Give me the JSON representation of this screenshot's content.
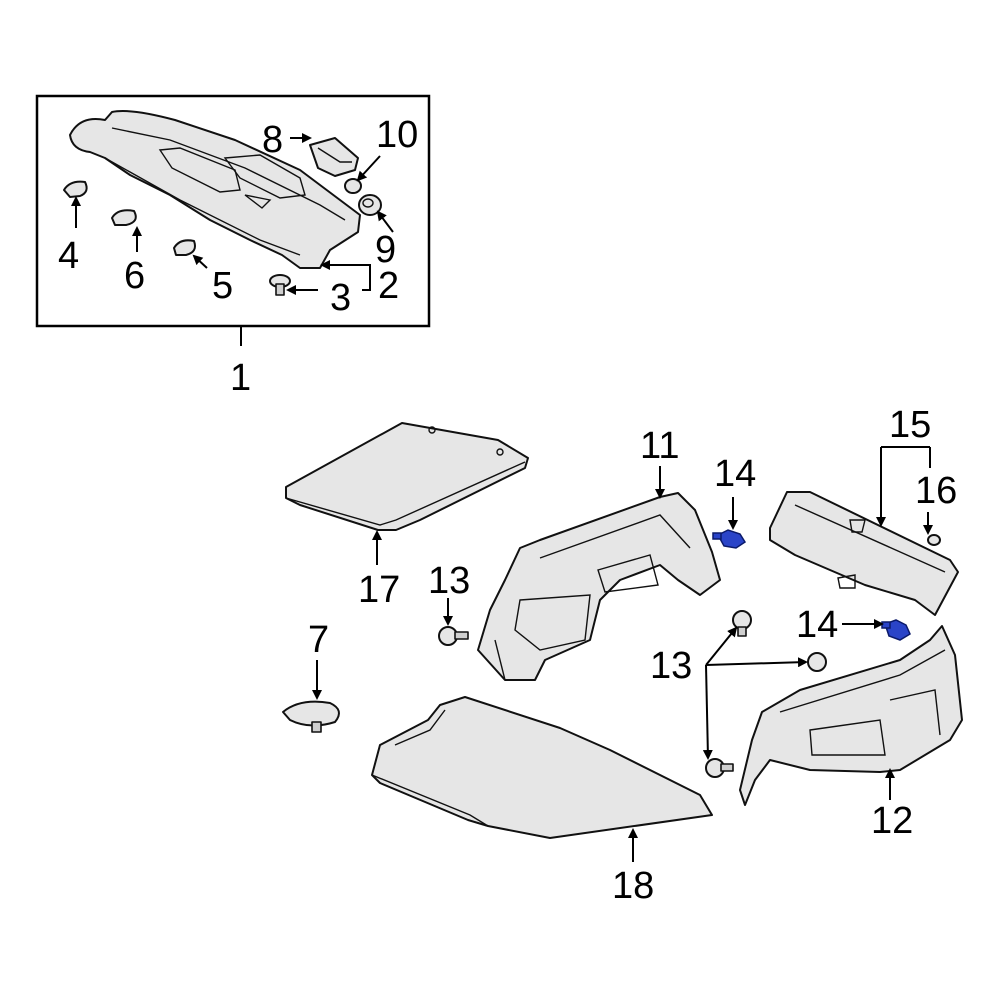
{
  "callouts": {
    "c1": "1",
    "c2": "2",
    "c3": "3",
    "c4": "4",
    "c5": "5",
    "c6": "6",
    "c7": "7",
    "c8": "8",
    "c9": "9",
    "c10": "10",
    "c11": "11",
    "c12": "12",
    "c13a": "13",
    "c13b": "13",
    "c14a": "14",
    "c14b": "14",
    "c15": "15",
    "c16": "16",
    "c17": "17",
    "c18": "18"
  },
  "colors": {
    "highlight": "#2a44c8",
    "line": "#000000",
    "fill": "#e6e6e6"
  }
}
